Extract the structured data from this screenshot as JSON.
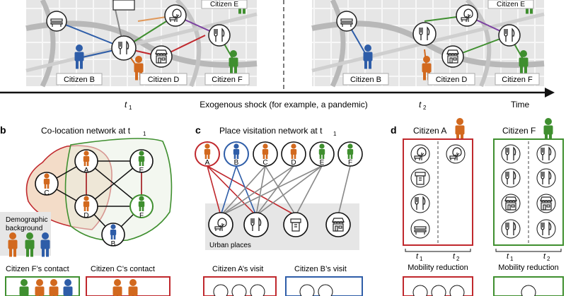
{
  "panel_a": {
    "left_map_citizens": [
      "Citizen E",
      "Citizen B",
      "Citizen D",
      "Citizen F"
    ],
    "right_map_citizens": [
      "Citizen E",
      "Citizen B",
      "Citizen D",
      "Citizen F"
    ],
    "timeline": {
      "t1_label": "t",
      "t1_sub": "1",
      "shock_label": "Exogenous shock (for example, a pandemic)",
      "t2_label": "t",
      "t2_sub": "2",
      "time_label": "Time"
    }
  },
  "panel_b": {
    "letter": "b",
    "title": "Co-location network at t",
    "title_sub": "1",
    "nodes": [
      "A",
      "C",
      "E",
      "D",
      "F",
      "B"
    ],
    "legend_title_line1": "Demographic",
    "legend_title_line2": "background",
    "box1_title": "Citizen F’s contact",
    "box2_title": "Citizen C’s contact"
  },
  "panel_c": {
    "letter": "c",
    "title": "Place visitation network at t",
    "title_sub": "1",
    "nodes": [
      "A",
      "B",
      "C",
      "D",
      "E",
      "F"
    ],
    "places_label": "Urban places",
    "box1_title": "Citizen A’s visit",
    "box2_title": "Citizen B’s visit"
  },
  "panel_d": {
    "letter": "d",
    "citizen_a": "Citizen A",
    "citizen_f": "Citizen F",
    "t1": "t",
    "t1_sub": "1",
    "t2": "t",
    "t2_sub": "2",
    "caption_a": "Mobility reduction",
    "caption_f": "Mobility reduction"
  },
  "colors": {
    "orange": "#d2691e",
    "green": "#3f8f2f",
    "blue": "#2e5da8",
    "red": "#c0282d",
    "map_bg": "#e3e3e3",
    "road": "#bdbdbd"
  }
}
